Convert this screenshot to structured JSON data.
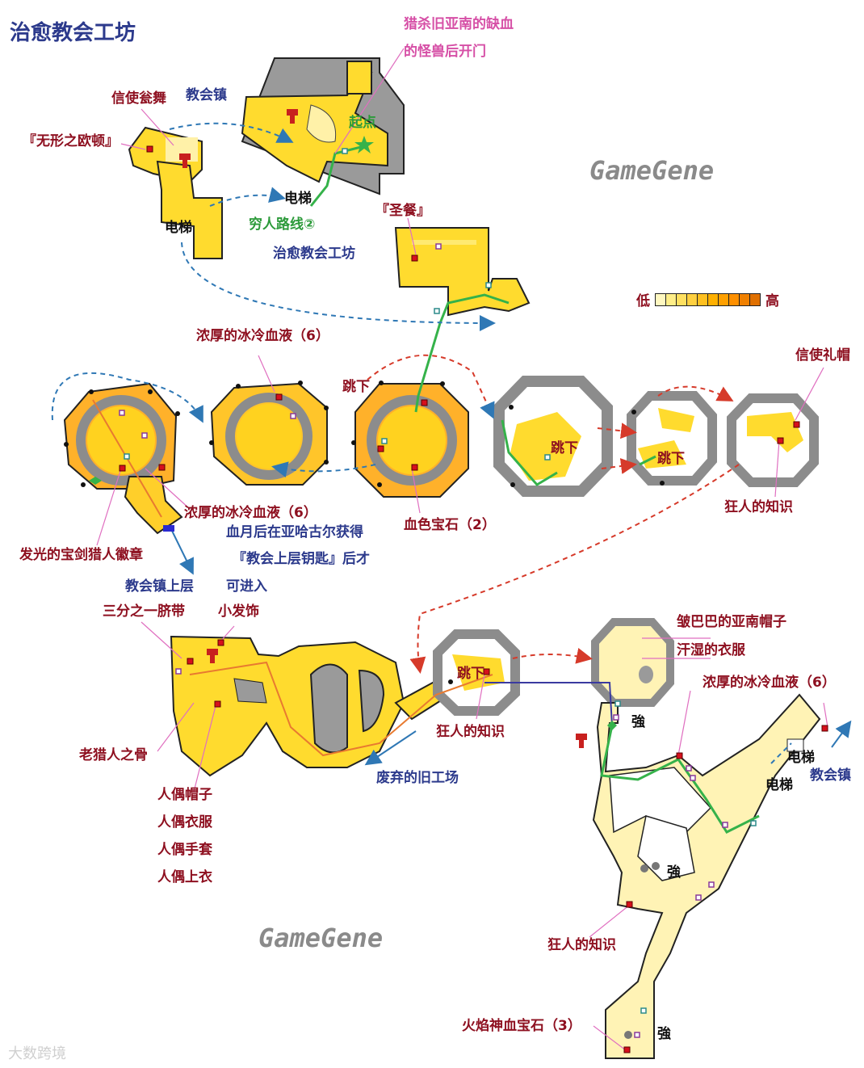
{
  "title": "治愈教会工坊",
  "watermarks": [
    "GameGene",
    "GameGene"
  ],
  "source_mark": "大数跨境",
  "legend": {
    "low": "低",
    "high": "高",
    "gradient": [
      "#fff8c0",
      "#ffee88",
      "#ffe060",
      "#ffd040",
      "#ffc020",
      "#ffb000",
      "#ffa000",
      "#ff9000",
      "#f08000",
      "#e07000"
    ]
  },
  "colors": {
    "floor": "#ffd21f",
    "floor_light": "#fff1a8",
    "wall": "#8c8c8c",
    "path_green": "#35b24a",
    "route_red": "#d63a2a",
    "route_blue": "#2f78b5",
    "line_pink": "#e06fc0",
    "item": "#d6101c"
  },
  "labels": {
    "kill_note_1": "猎杀旧亚南的缺血",
    "kill_note_2": "的怪兽后开门",
    "messenger_dance": "信使瓮舞",
    "church_town_1": "教会镇",
    "invisible_eldon": "『无形之欧顿』",
    "start": "起点",
    "elevator_1": "电梯",
    "elevator_2": "电梯",
    "poor_route": "穷人路线②",
    "healing_workshop": "治愈教会工坊",
    "holy_meal": "『圣餐』",
    "thick_blood_1": "浓厚的冰冷血液（6）",
    "jump_1": "跳下",
    "messenger_hat": "信使礼帽",
    "jump_2": "跳下",
    "jump_3": "跳下",
    "thick_blood_2": "浓厚的冰冷血液（6）",
    "blood_gem_2": "血色宝石（2）",
    "madman_knowledge_1": "狂人的知识",
    "blood_moon_note": "血月后在亚哈古尔获得",
    "church_key_note": "『教会上层钥匙』后才",
    "shining_badge": "发光的宝剑猎人徽章",
    "church_upper": "教会镇上层",
    "can_enter": "可进入",
    "third_cord": "三分之一脐带",
    "hair_ornament": "小发饰",
    "wrinkled_hat": "皱巴巴的亚南帽子",
    "sweaty_clothes": "汗湿的衣服",
    "thick_blood_3": "浓厚的冰冷血液（6）",
    "jump_4": "跳下",
    "madman_knowledge_2": "狂人的知识",
    "strong_1": "強",
    "old_hunter_bone": "老猎人之骨",
    "abandoned_workshop": "废弃的旧工场",
    "elevator_3": "电梯",
    "church_town_2": "教会镇",
    "elevator_4": "电梯",
    "doll_hat": "人偶帽子",
    "doll_clothes": "人偶衣服",
    "doll_gloves": "人偶手套",
    "doll_top": "人偶上衣",
    "strong_2": "強",
    "madman_knowledge_3": "狂人的知识",
    "fire_blood_gem": "火焰神血宝石（3）",
    "strong_3": "強"
  }
}
